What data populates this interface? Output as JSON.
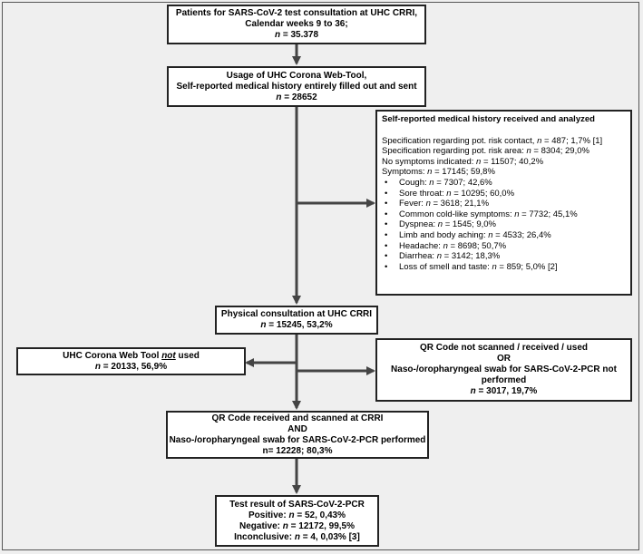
{
  "box1": {
    "line1": "Patients for SARS-CoV-2 test consultation at UHC CRRI,",
    "line2": "Calendar weeks 9 to 36;",
    "n_label": "n",
    "n_value": " = 35.378"
  },
  "box2": {
    "line1": "Usage of UHC Corona Web-Tool,",
    "line2": "Self-reported medical history entirely filled out and sent",
    "n_label": "n",
    "n_value": " = 28652"
  },
  "history": {
    "title": "Self-reported medical history received and analyzed",
    "lines": [
      {
        "pre": "Specification regarding pot. risk contact, ",
        "n": "n",
        "post": " = 487; 1,7% [1]"
      },
      {
        "pre": "Specification regarding pot. risk area: ",
        "n": "n",
        "post": " = 8304; 29,0%"
      },
      {
        "pre": "No symptoms indicated: ",
        "n": "n",
        "post": " = 11507; 40,2%"
      },
      {
        "pre": "Symptoms: ",
        "n": "n",
        "post": " = 17145; 59,8%"
      }
    ],
    "symptoms": [
      {
        "pre": "Cough: ",
        "n": "n",
        "post": " = 7307; 42,6%"
      },
      {
        "pre": "Sore throat: ",
        "n": "n",
        "post": " = 10295; 60,0%"
      },
      {
        "pre": "Fever: ",
        "n": "n",
        "post": " = 3618; 21,1%"
      },
      {
        "pre": "Common cold-like symptoms: ",
        "n": "n",
        "post": " = 7732; 45,1%"
      },
      {
        "pre": "Dyspnea: ",
        "n": "n",
        "post": " = 1545; 9,0%"
      },
      {
        "pre": "Limb and body aching: ",
        "n": "n",
        "post": " = 4533; 26,4%"
      },
      {
        "pre": "Headache: ",
        "n": "n",
        "post": " = 8698; 50,7%"
      },
      {
        "pre": "Diarrhea: ",
        "n": "n",
        "post": " = 3142; 18,3%"
      },
      {
        "pre": "Loss of smell and taste: ",
        "n": "n",
        "post": " = 859; 5,0% [2]"
      }
    ]
  },
  "box3": {
    "line1": "Physical consultation at UHC CRRI",
    "n_label": "n",
    "n_value": " = 15245, 53,2%"
  },
  "notused": {
    "pre": "UHC Corona Web Tool ",
    "emph": "not",
    "post": " used",
    "n_label": "n",
    "n_value": " = 20133, 56,9%"
  },
  "qrnot": {
    "line1": "QR Code not scanned / received / used",
    "line2": "OR",
    "line3": "Naso-/oropharyngeal swab for SARS-CoV-2-PCR not",
    "line4": "performed",
    "n_label": "n",
    "n_value": " = 3017, 19,7%"
  },
  "box4": {
    "line1": "QR Code received and scanned at CRRI",
    "line2": "AND",
    "line3": "Naso-/oropharyngeal swab for SARS-CoV-2-PCR performed",
    "n_value": "n= 12228; 80,3%"
  },
  "box5": {
    "line1": "Test result of SARS-CoV-2-PCR",
    "pos_pre": "Positive: ",
    "pos_n": "n",
    "pos_post": " = 52, 0,43%",
    "neg_pre": "Negative: ",
    "neg_n": "n",
    "neg_post": " = 12172, 99,5%",
    "inc_pre": "Inconclusive: ",
    "inc_n": "n",
    "inc_post": " = 4, 0,03% [3]"
  }
}
